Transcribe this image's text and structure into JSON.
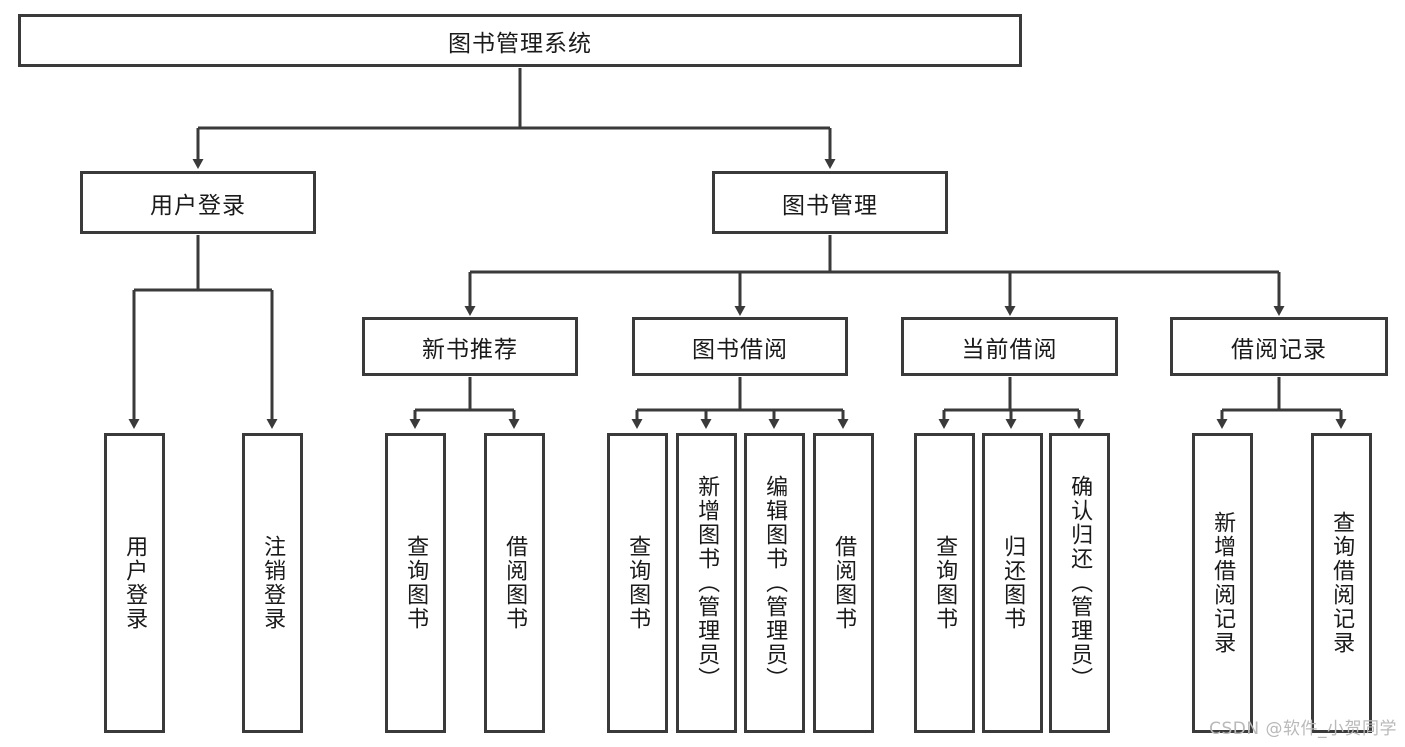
{
  "diagram": {
    "title": "图书管理系统",
    "type": "tree-hierarchy",
    "watermark": "CSDN @软件_小贺同学",
    "colors": {
      "stroke": "#3a3a3a",
      "fill": "#ffffff",
      "text": "#1a1a1a",
      "watermark": "#b9b9b9"
    },
    "nodes": {
      "root": {
        "label": "图书管理系统",
        "level": 1,
        "orientation": "horizontal"
      },
      "l2": [
        {
          "id": "user-login",
          "label": "用户登录",
          "level": 2,
          "orientation": "horizontal"
        },
        {
          "id": "book-manage",
          "label": "图书管理",
          "level": 2,
          "orientation": "horizontal"
        }
      ],
      "l3": [
        {
          "id": "new-book-rec",
          "label": "新书推荐",
          "level": 3,
          "orientation": "horizontal"
        },
        {
          "id": "book-borrow",
          "label": "图书借阅",
          "level": 3,
          "orientation": "horizontal"
        },
        {
          "id": "current-borrow",
          "label": "当前借阅",
          "level": 3,
          "orientation": "horizontal"
        },
        {
          "id": "borrow-record",
          "label": "借阅记录",
          "level": 3,
          "orientation": "horizontal"
        }
      ],
      "leaves": {
        "user_login": [
          {
            "id": "leaf-user-login",
            "label": "用户登录",
            "orientation": "vertical"
          },
          {
            "id": "leaf-user-logout",
            "label": "注销登录",
            "orientation": "vertical"
          }
        ],
        "new_book_rec": [
          {
            "id": "leaf-query-book-1",
            "label": "查询图书",
            "orientation": "vertical"
          },
          {
            "id": "leaf-borrow-book-1",
            "label": "借阅图书",
            "orientation": "vertical"
          }
        ],
        "book_borrow": [
          {
            "id": "leaf-query-book-2",
            "label": "查询图书",
            "orientation": "vertical"
          },
          {
            "id": "leaf-add-book",
            "label": "新增图书（管理员）",
            "orientation": "vertical"
          },
          {
            "id": "leaf-edit-book",
            "label": "编辑图书（管理员）",
            "orientation": "vertical"
          },
          {
            "id": "leaf-borrow-book-2",
            "label": "借阅图书",
            "orientation": "vertical"
          }
        ],
        "current_borrow": [
          {
            "id": "leaf-query-book-3",
            "label": "查询图书",
            "orientation": "vertical"
          },
          {
            "id": "leaf-return-book",
            "label": "归还图书",
            "orientation": "vertical"
          },
          {
            "id": "leaf-confirm-return",
            "label": "确认归还（管理员）",
            "orientation": "vertical"
          }
        ],
        "borrow_record": [
          {
            "id": "leaf-add-record",
            "label": "新增借阅记录",
            "orientation": "vertical"
          },
          {
            "id": "leaf-query-record",
            "label": "查询借阅记录",
            "orientation": "vertical"
          }
        ]
      }
    }
  }
}
